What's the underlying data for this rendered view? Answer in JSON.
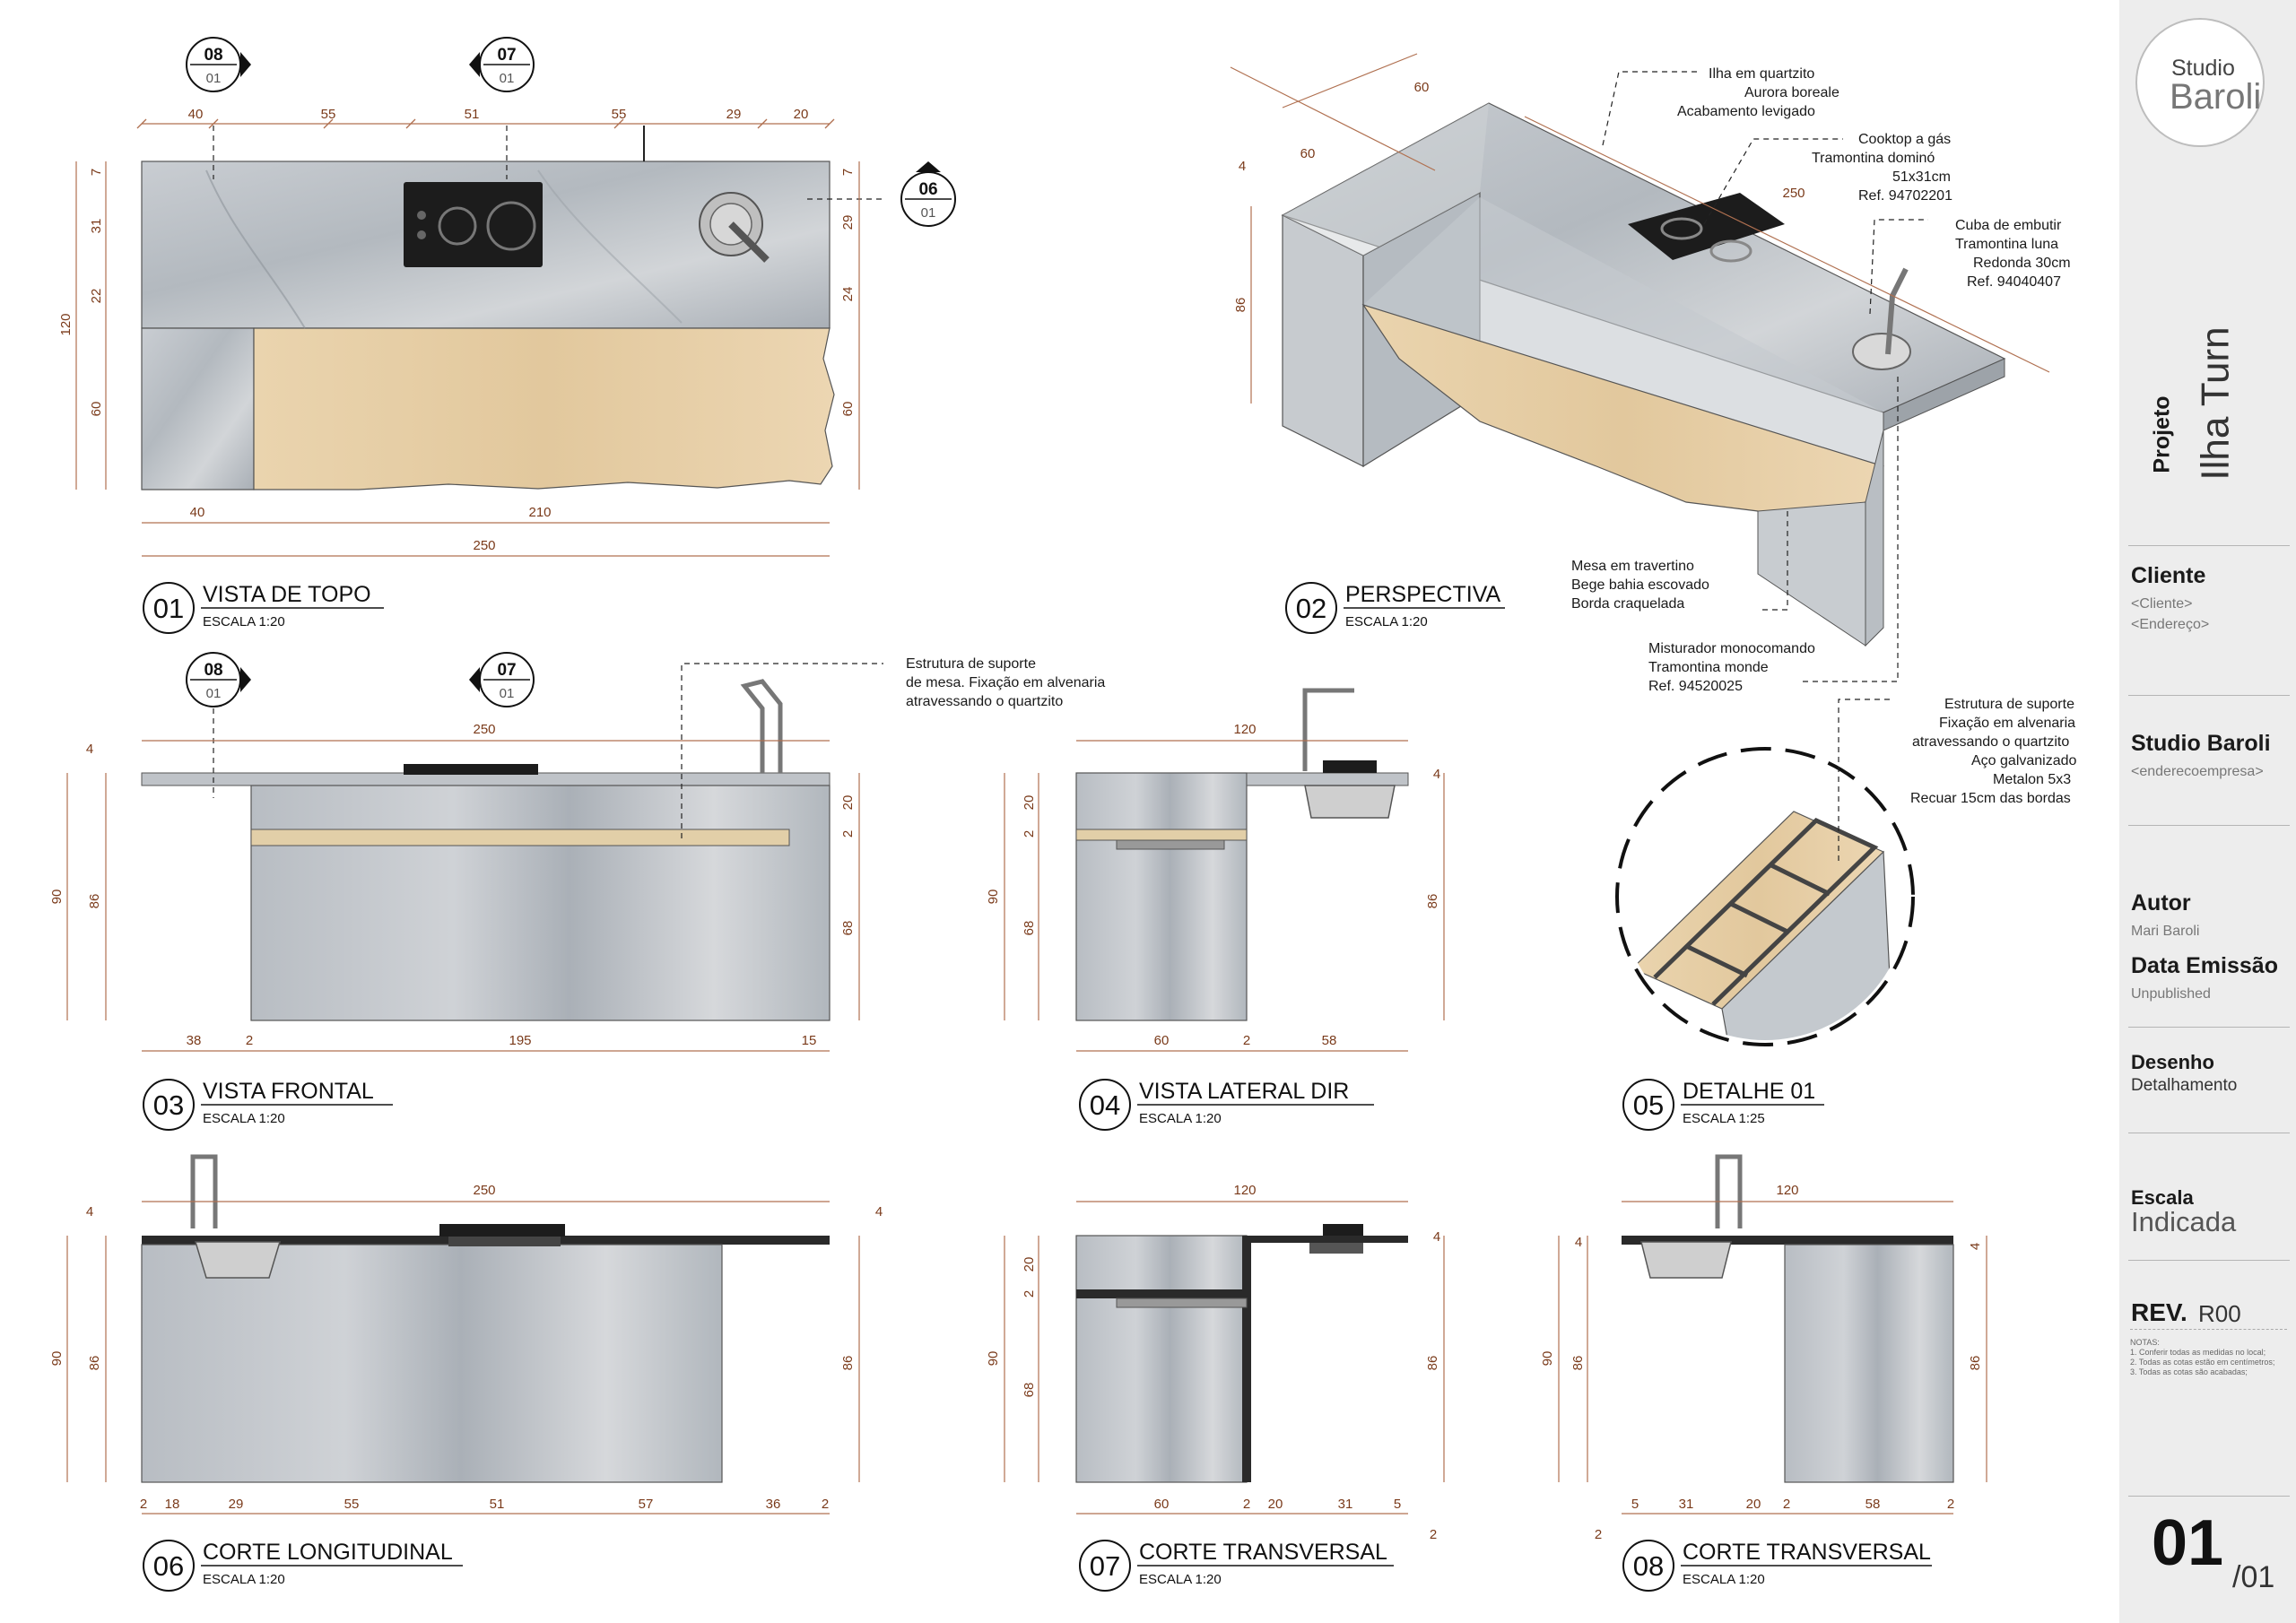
{
  "views": [
    {
      "num": "01",
      "title": "VISTA DE TOPO",
      "scale": "ESCALA 1:20"
    },
    {
      "num": "02",
      "title": "PERSPECTIVA",
      "scale": "ESCALA 1:20"
    },
    {
      "num": "03",
      "title": "VISTA FRONTAL",
      "scale": "ESCALA 1:20"
    },
    {
      "num": "04",
      "title": "VISTA LATERAL DIR",
      "scale": "ESCALA 1:20"
    },
    {
      "num": "05",
      "title": "DETALHE 01",
      "scale": "ESCALA 1:25"
    },
    {
      "num": "06",
      "title": "CORTE LONGITUDINAL",
      "scale": "ESCALA 1:20"
    },
    {
      "num": "07",
      "title": "CORTE TRANSVERSAL",
      "scale": "ESCALA 1:20"
    },
    {
      "num": "08",
      "title": "CORTE TRANSVERSAL",
      "scale": "ESCALA 1:20"
    }
  ],
  "markers": {
    "m08": {
      "top": "08",
      "bottom": "01"
    },
    "m07": {
      "top": "07",
      "bottom": "01"
    },
    "m06": {
      "top": "06",
      "bottom": "01"
    }
  },
  "dims": {
    "top_row": [
      "40",
      "55",
      "51",
      "55",
      "29",
      "20"
    ],
    "top_left": [
      "7",
      "31",
      "22",
      "120",
      "60"
    ],
    "top_right": [
      "7",
      "29",
      "24",
      "60"
    ],
    "top_bottom": [
      "40",
      "210",
      "250"
    ],
    "persp": [
      "60",
      "60",
      "250",
      "4",
      "86"
    ],
    "front_top": "250",
    "front_left": [
      "4",
      "90",
      "86"
    ],
    "front_right": [
      "20",
      "2",
      "68"
    ],
    "front_bottom": [
      "38",
      "2",
      "195",
      "15"
    ],
    "lat_top": "120",
    "lat_left": [
      "20",
      "2",
      "90",
      "68"
    ],
    "lat_right": [
      "4",
      "86"
    ],
    "lat_bottom": [
      "60",
      "2",
      "58"
    ],
    "long_top": "250",
    "long_left": [
      "4",
      "90",
      "86"
    ],
    "long_right": [
      "4",
      "86"
    ],
    "long_bottom": [
      "2",
      "18",
      "29",
      "55",
      "51",
      "57",
      "36",
      "2"
    ],
    "ct07_top": "120",
    "ct07_left": [
      "20",
      "2",
      "90",
      "68"
    ],
    "ct07_right": [
      "4",
      "86"
    ],
    "ct07_bottom": [
      "60",
      "2",
      "20",
      "31",
      "5",
      "2"
    ],
    "ct08_top": "120",
    "ct08_left": [
      "4",
      "90",
      "86"
    ],
    "ct08_right": [
      "4",
      "86"
    ],
    "ct08_bottom": [
      "2",
      "5",
      "31",
      "20",
      "2",
      "58",
      "2"
    ]
  },
  "notes": {
    "ilha": [
      "Ilha em quartzito",
      "Aurora boreale",
      "Acabamento levigado"
    ],
    "cooktop": [
      "Cooktop a gás",
      "Tramontina dominó",
      "51x31cm",
      "Ref. 94702201"
    ],
    "cuba": [
      "Cuba de embutir",
      "Tramontina luna",
      "Redonda 30cm",
      "Ref. 94040407"
    ],
    "mesa": [
      "Mesa em travertino",
      "Bege bahia escovado",
      "Borda craquelada"
    ],
    "misturador": [
      "Misturador monocomando",
      "Tramontina monde",
      "Ref. 94520025"
    ],
    "estrutura_det": [
      "Estrutura de suporte",
      "Fixação em alvenaria",
      "atravessando o quartzito",
      "Aço galvanizado",
      "Metalon 5x3",
      "Recuar 15cm das bordas"
    ],
    "estrutura_front": [
      "Estrutura de suporte",
      "de mesa. Fixação em alvenaria",
      "atravessando o quartzito"
    ]
  },
  "titleblock": {
    "logo_top": "Studio",
    "logo_bottom": "Baroli",
    "project_label": "Projeto",
    "project_name": "Ilha Turn",
    "client_label": "Cliente",
    "client_name": "<Cliente>",
    "client_address": "<Endereço>",
    "company_name": "Studio Baroli",
    "company_address": "<enderecoempresa>",
    "author_label": "Autor",
    "author_name": "Mari Baroli",
    "date_label": "Data Emissão",
    "date_value": "Unpublished",
    "drawing_label": "Desenho",
    "drawing_value": "Detalhamento",
    "scale_label": "Escala",
    "scale_value": "Indicada",
    "rev_label": "REV.",
    "rev_value": "R00",
    "notes_title": "NOTAS:",
    "notes": [
      "1. Conferir todas as medidas no local;",
      "2. Todas as cotas estão em centímetros;",
      "3. Todas as cotas são acabadas;"
    ],
    "sheet_num": "01",
    "sheet_total": "/01"
  },
  "colors": {
    "marble": "#c3c7cc",
    "marble_dark": "#8c939b",
    "travertine": "#e8cfa6",
    "dim": "#b07050",
    "titleblock_bg": "#ededed"
  }
}
